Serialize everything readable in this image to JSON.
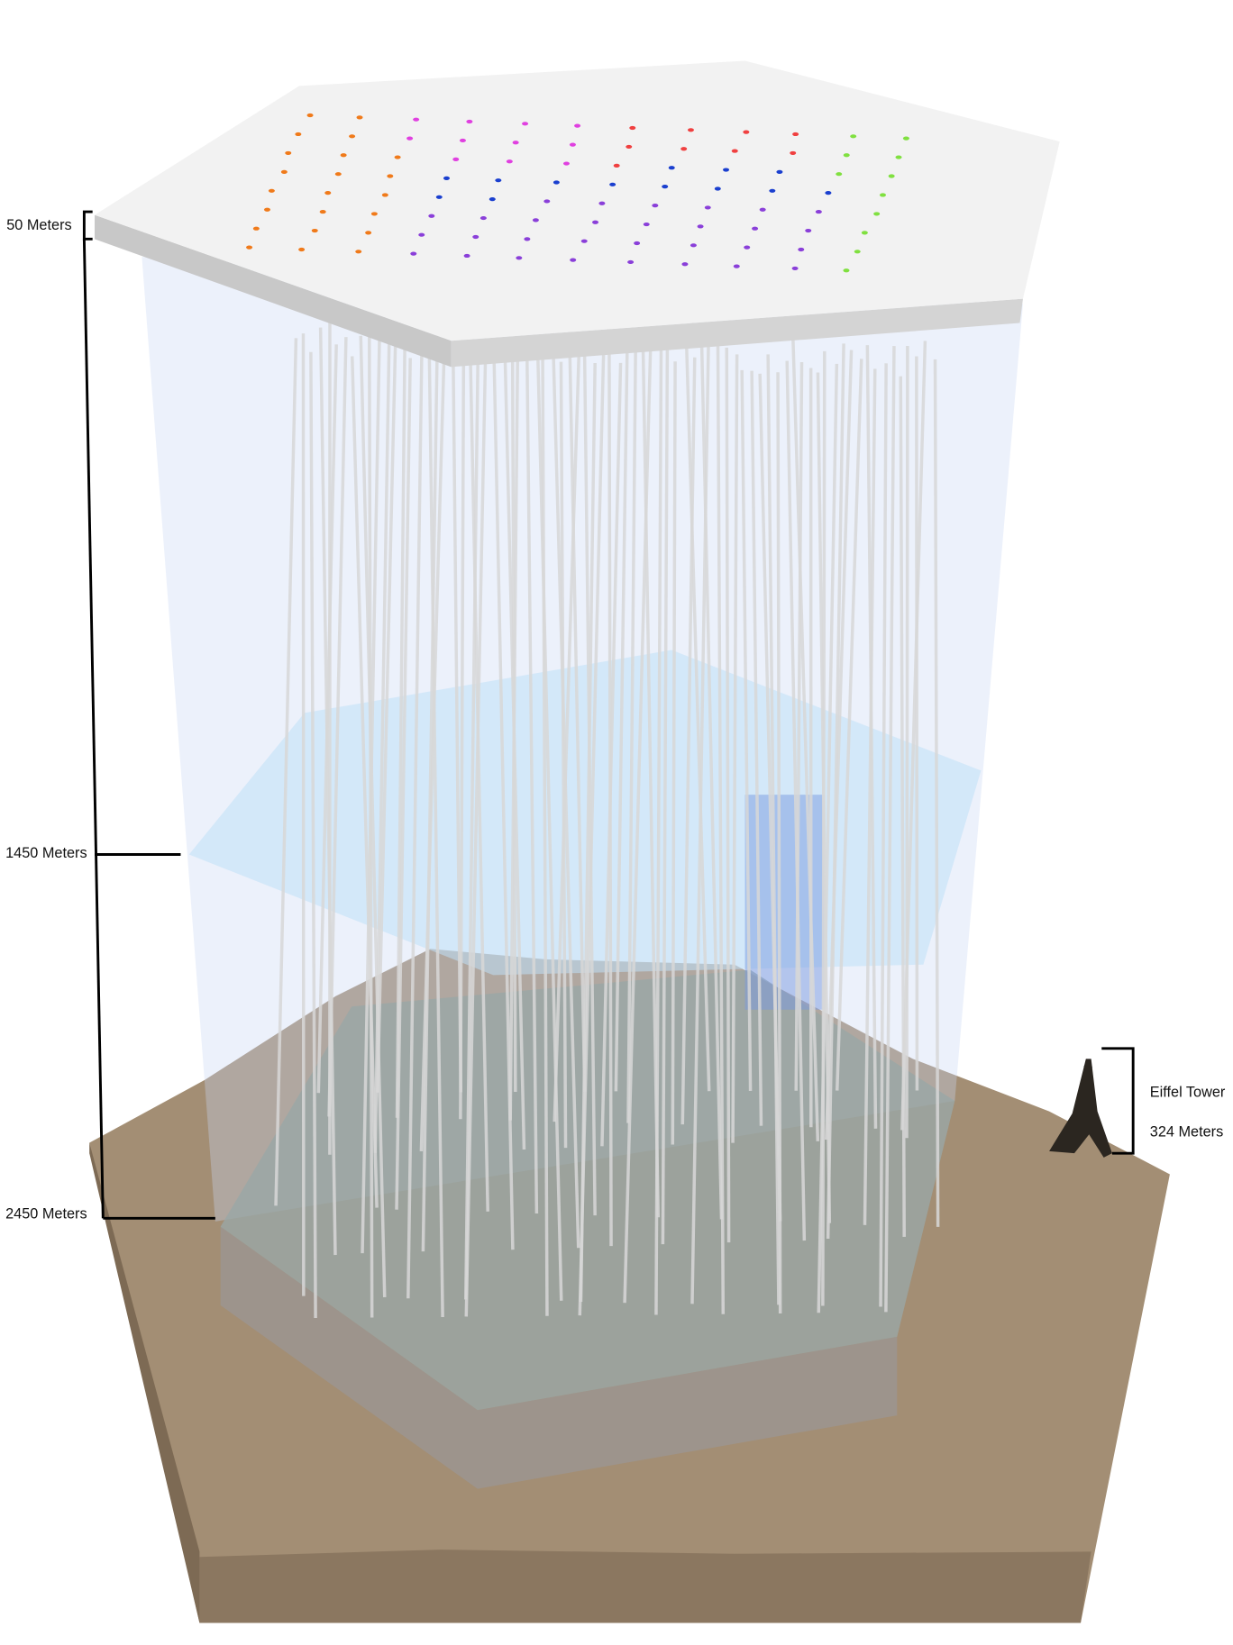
{
  "labels": {
    "depth_top": "50 Meters",
    "depth_mid": "1450 Meters",
    "depth_bottom": "2450 Meters",
    "eiffel_name": "Eiffel Tower",
    "eiffel_height": "324 Meters"
  },
  "colors": {
    "surface": "#f2f2f2",
    "ice": "#c9d6f3",
    "dust_layer": "#bfe0f7",
    "bedrock": "#a38e74",
    "deep_core": "#7a9ae0",
    "strings": "#d8d8d8",
    "dot_palette": [
      "#e040e0",
      "#f04040",
      "#80e040",
      "#1a3fcf",
      "#f07a1a",
      "#8a3fd9"
    ]
  }
}
